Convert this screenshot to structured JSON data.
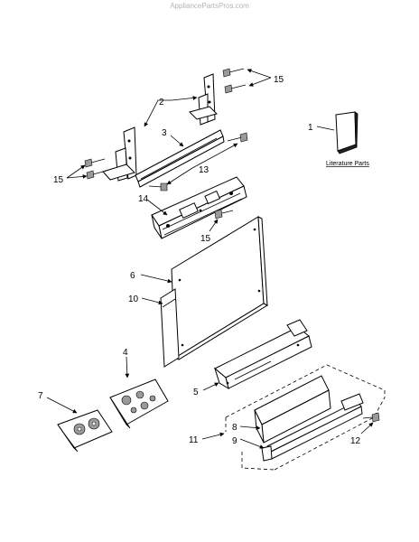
{
  "watermark": "AppliancePartsPros.com",
  "literature_label": "Literature Parts",
  "callouts": {
    "c1": "1",
    "c2": "2",
    "c3": "3",
    "c4": "4",
    "c5": "5",
    "c6": "6",
    "c7": "7",
    "c8": "8",
    "c9": "9",
    "c10": "10",
    "c11": "11",
    "c12": "12",
    "c13": "13",
    "c14": "14",
    "c15a": "15",
    "c15b": "15",
    "c15c": "15"
  }
}
